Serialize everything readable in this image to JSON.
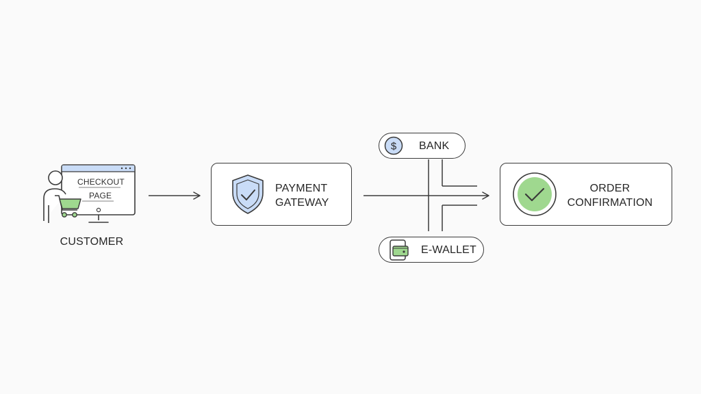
{
  "customer": {
    "label": "CUSTOMER",
    "screen_line1": "CHECKOUT",
    "screen_line2": "PAGE"
  },
  "payment_gateway": {
    "line1": "PAYMENT",
    "line2": "GATEWAY"
  },
  "bank": {
    "label": "BANK",
    "icon_symbol": "$"
  },
  "ewallet": {
    "label": "E-WALLET"
  },
  "order_confirmation": {
    "line1": "ORDER",
    "line2": "CONFIRMATION"
  },
  "colors": {
    "stroke": "#3a3a3a",
    "blue_fill": "#c9dcf7",
    "green_fill": "#9fd88f",
    "background": "#fafafa"
  },
  "icons": {
    "customer": "person-with-monitor-and-cart",
    "gateway": "shield-check-icon",
    "bank": "dollar-coin-icon",
    "ewallet": "wallet-phone-icon",
    "confirmation": "check-circle-icon"
  }
}
